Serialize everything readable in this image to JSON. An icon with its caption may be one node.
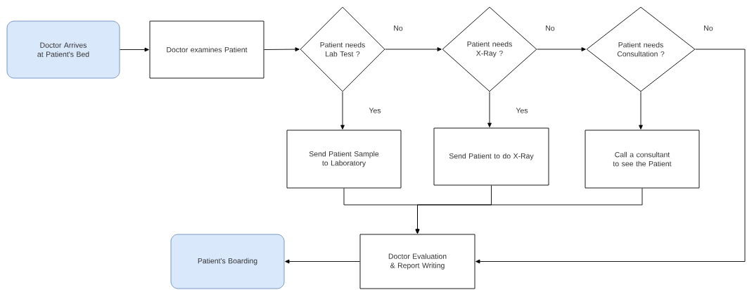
{
  "diagram": {
    "nodes": [
      {
        "text": [
          "Doctor Arrives at Patient's Bed"
        ]
      },
      {
        "text": [
          "Doctor examines Patient"
        ]
      },
      {
        "text": [
          "Patient needs Lab Test ?"
        ]
      },
      {
        "text": [
          "Patient needs X-Ray ?"
        ]
      },
      {
        "text": [
          "Patient needs Consultation ?"
        ]
      },
      {
        "text": [
          "Send Patient Sample to Laboratory"
        ]
      },
      {
        "text": [
          "Send Patient to do X-Ray"
        ]
      },
      {
        "text": [
          "Call a consultant to see the Patient"
        ]
      },
      {
        "text": [
          "Doctor Evaluation & Report Writing"
        ]
      },
      {
        "text": [
          "Patient's Boarding"
        ]
      }
    ],
    "edges": [
      {
        "from": 0,
        "to": 1,
        "arrow": "to"
      },
      {
        "from": 1,
        "to": 2,
        "arrow": "to"
      },
      {
        "from": 2,
        "to": 3,
        "arrow": "to",
        "label": "No"
      },
      {
        "from": 3,
        "to": 4,
        "arrow": "to",
        "label": "No"
      },
      {
        "from": 4,
        "to": 8,
        "arrow": "to",
        "label": "No"
      },
      {
        "from": 2,
        "to": 5,
        "arrow": "to",
        "label": "Yes"
      },
      {
        "from": 3,
        "to": 6,
        "arrow": "to",
        "label": "Yes"
      },
      {
        "from": 4,
        "to": 7,
        "arrow": "to"
      },
      {
        "from": 5,
        "to": 8,
        "arrow": "to"
      },
      {
        "from": 6,
        "to": 8,
        "arrow": "to"
      },
      {
        "from": 7,
        "to": 8,
        "arrow": "to"
      },
      {
        "from": 8,
        "to": 9,
        "arrow": "to"
      }
    ]
  }
}
